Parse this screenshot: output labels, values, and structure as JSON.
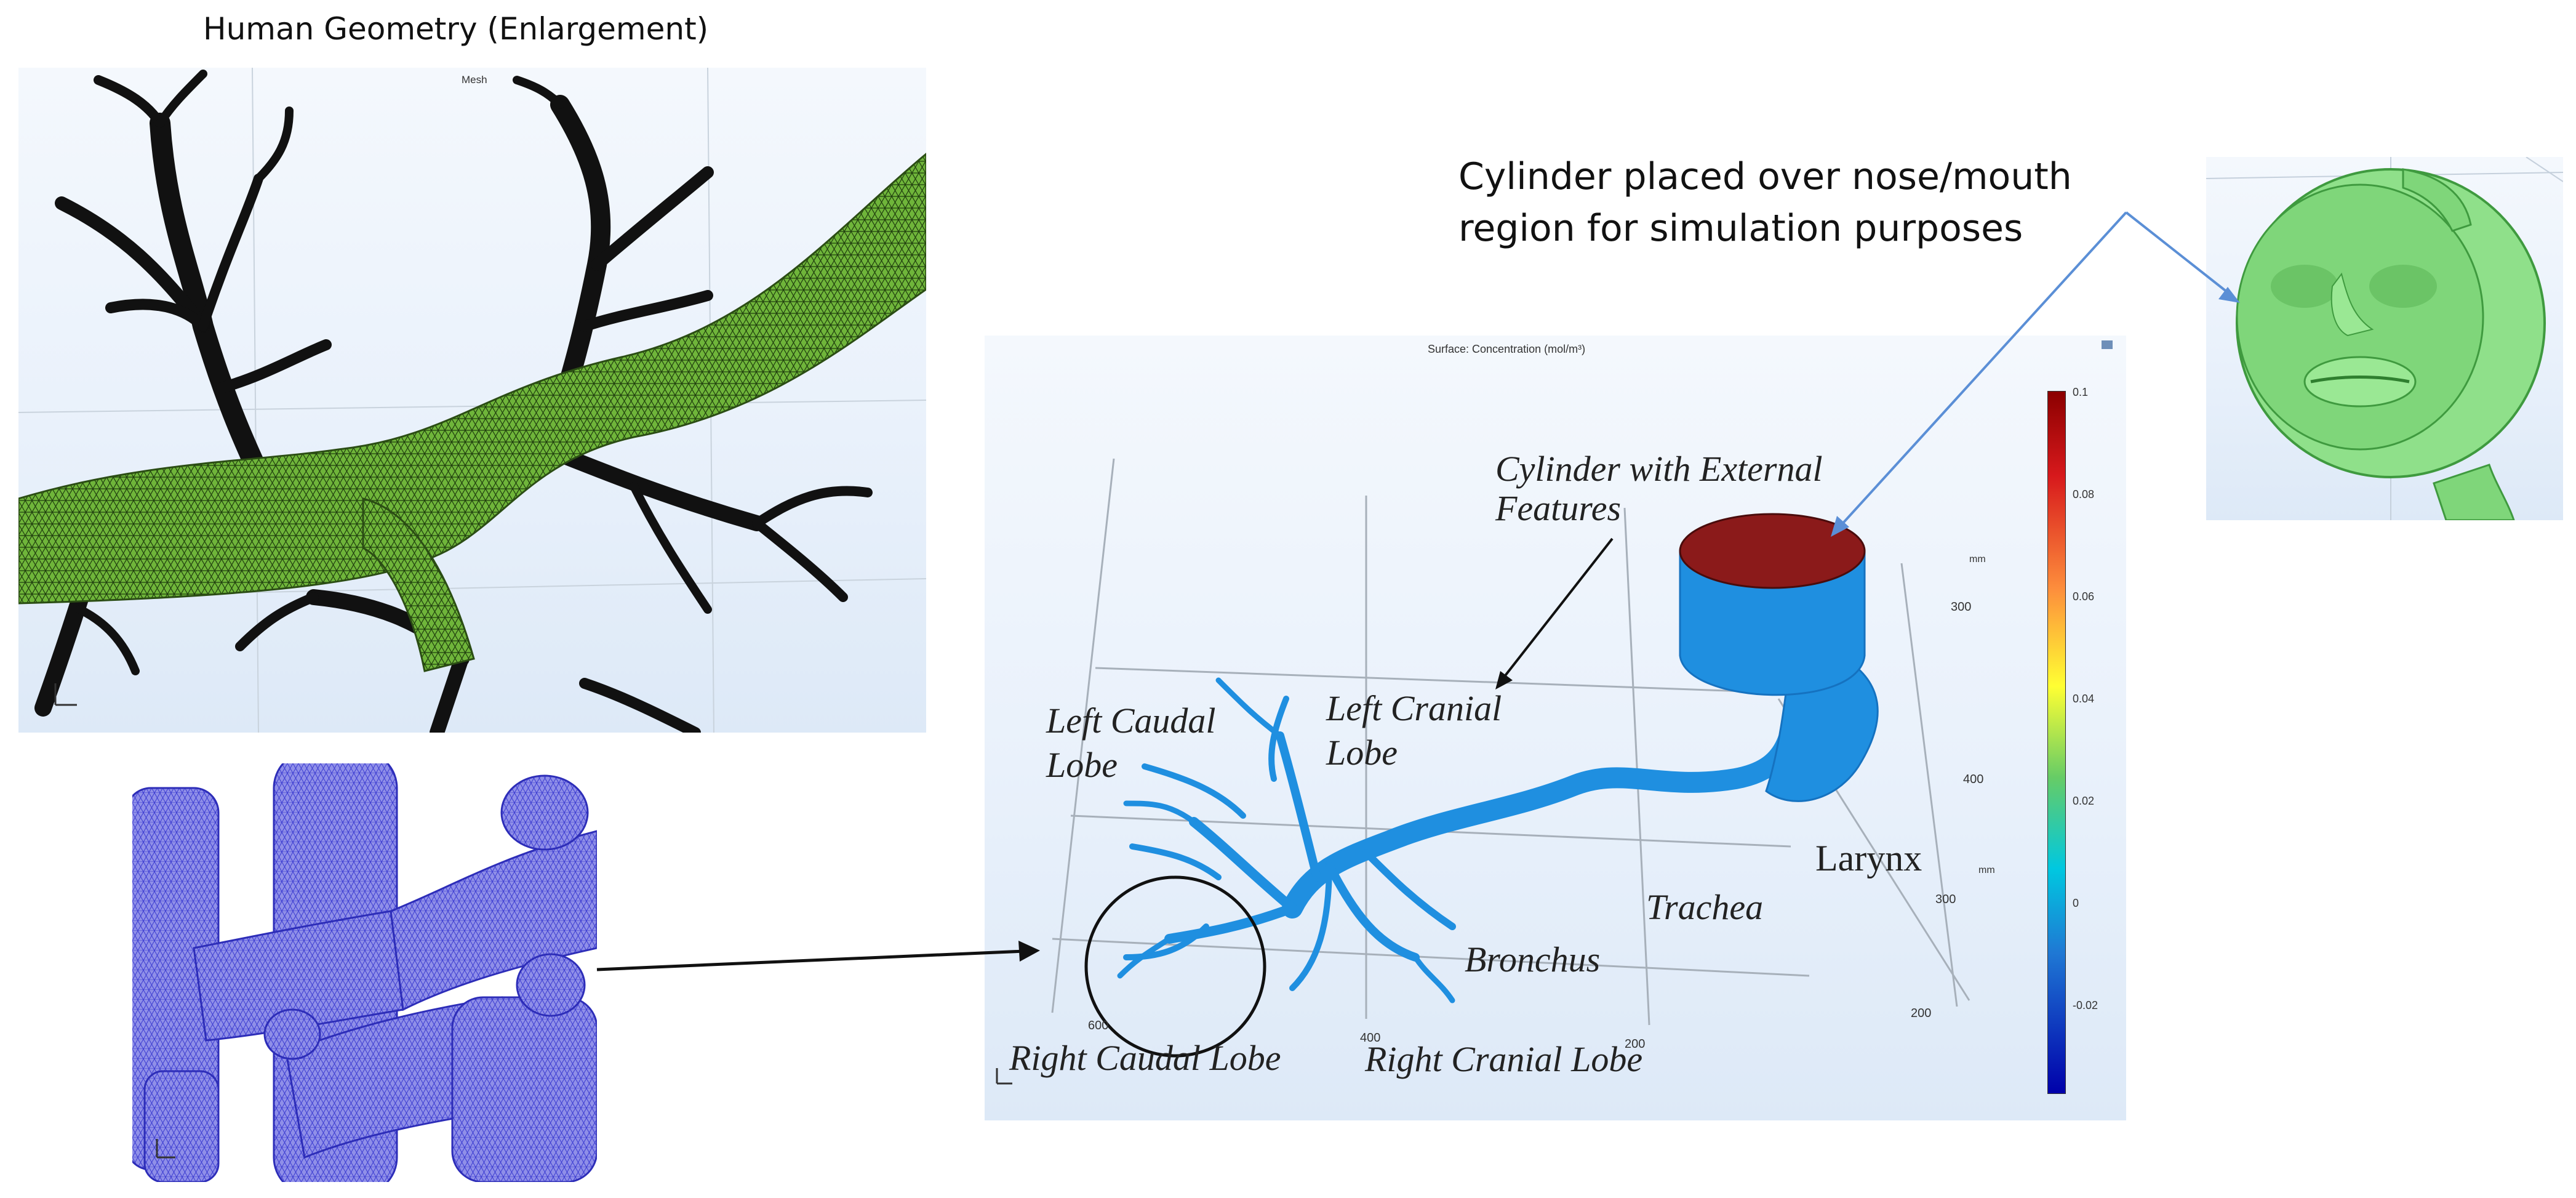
{
  "figure": {
    "human_title": "Human Geometry (Enlargement)",
    "cylinder_note_line1": "Cylinder placed over nose/mouth",
    "cylinder_note_line2": "region for simulation purposes"
  },
  "mesh_panel": {
    "header": "Mesh"
  },
  "surface_panel": {
    "header": "Surface: Concentration (mol/m³)",
    "colorbar_ticks": [
      "0.1",
      "0.08",
      "0.06",
      "0.04",
      "0.02",
      "0",
      "-0.02"
    ],
    "axis_unit": "mm",
    "axis_numbers": [
      "300",
      "400",
      "300",
      "200",
      "400",
      "200",
      "600"
    ]
  },
  "labels": {
    "cyl_ext_line1": "Cylinder with External",
    "cyl_ext_line2": "Features",
    "left_caudal_1": "Left Caudal",
    "left_caudal_2": "Lobe",
    "left_cranial_1": "Left Cranial",
    "left_cranial_2": "Lobe",
    "larynx": "Larynx",
    "trachea": "Trachea",
    "bronchus": "Bronchus",
    "right_caudal": "Right Caudal Lobe",
    "right_cranial": "Right Cranial Lobe"
  },
  "colors": {
    "airway_blue": "#1f8fe0",
    "mesh_green": "#6cb33a",
    "mesh_blue": "#6a6ae6",
    "face_green": "#7fd67a",
    "cylinder_top": "#8b1a1a",
    "arrow_blue": "#5b8fd6"
  }
}
